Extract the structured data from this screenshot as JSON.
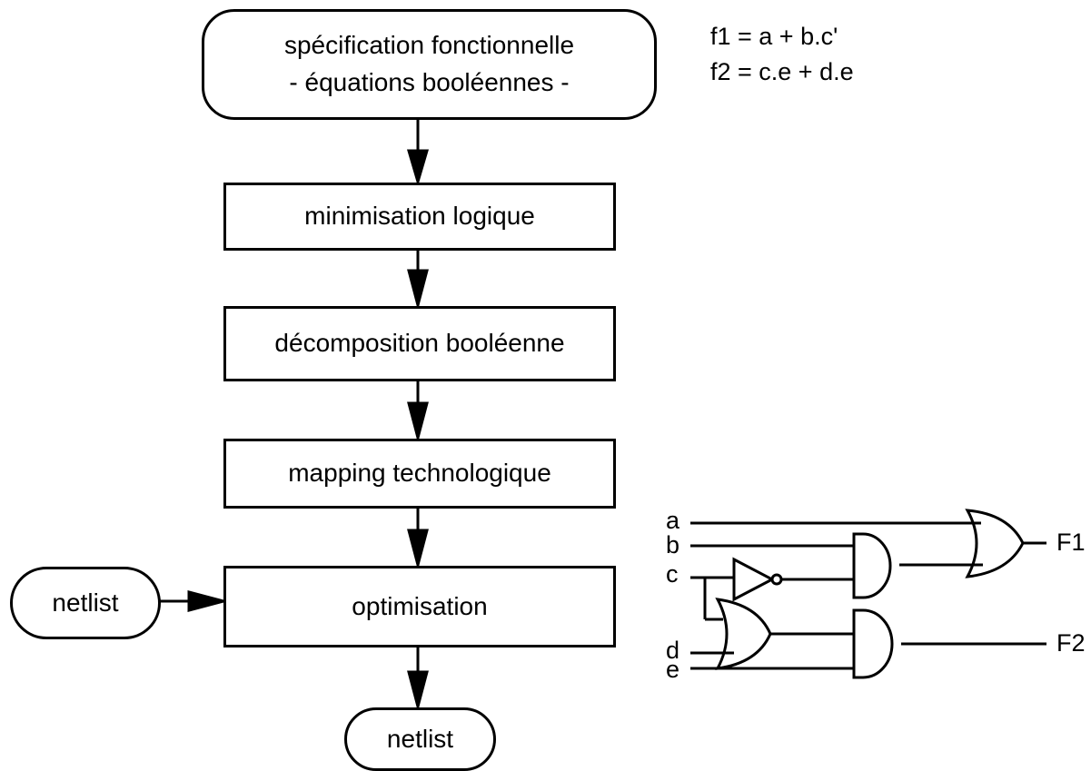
{
  "flow": {
    "spec_line1": "spécification fonctionnelle",
    "spec_line2": "- équations booléennes -",
    "step1": "minimisation logique",
    "step2": "décomposition booléenne",
    "step3": "mapping technologique",
    "step4": "optimisation",
    "input_netlist": "netlist",
    "output_netlist": "netlist"
  },
  "equations": {
    "f1": "f1 = a + b.c'",
    "f2": "f2 = c.e + d.e"
  },
  "circuit": {
    "in_a": "a",
    "in_b": "b",
    "in_c": "c",
    "in_d": "d",
    "in_e": "e",
    "out_f1": "F1",
    "out_f2": "F2"
  }
}
